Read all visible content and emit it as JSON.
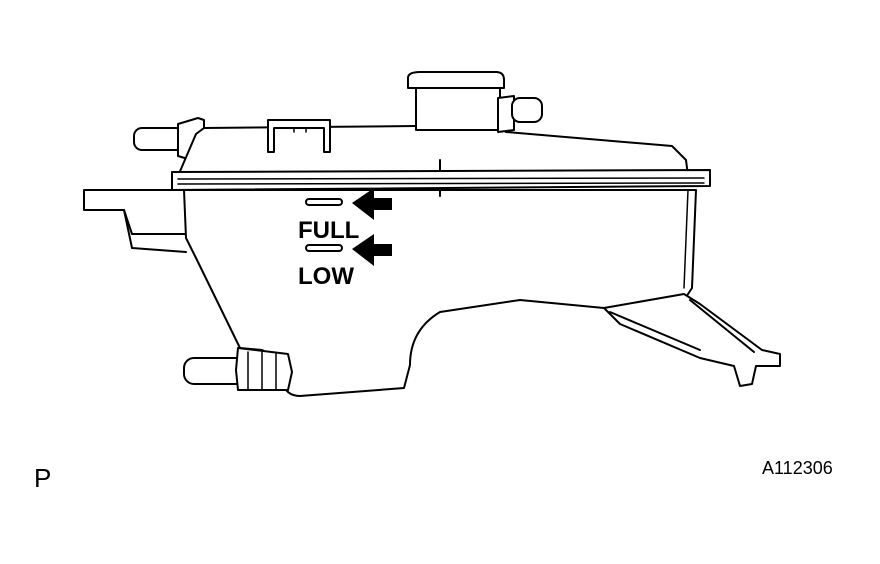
{
  "labels": {
    "full": "FULL",
    "low": "LOW",
    "view_code": "P",
    "figure_id": "A112306"
  },
  "colors": {
    "line": "#000000",
    "background": "#ffffff"
  }
}
